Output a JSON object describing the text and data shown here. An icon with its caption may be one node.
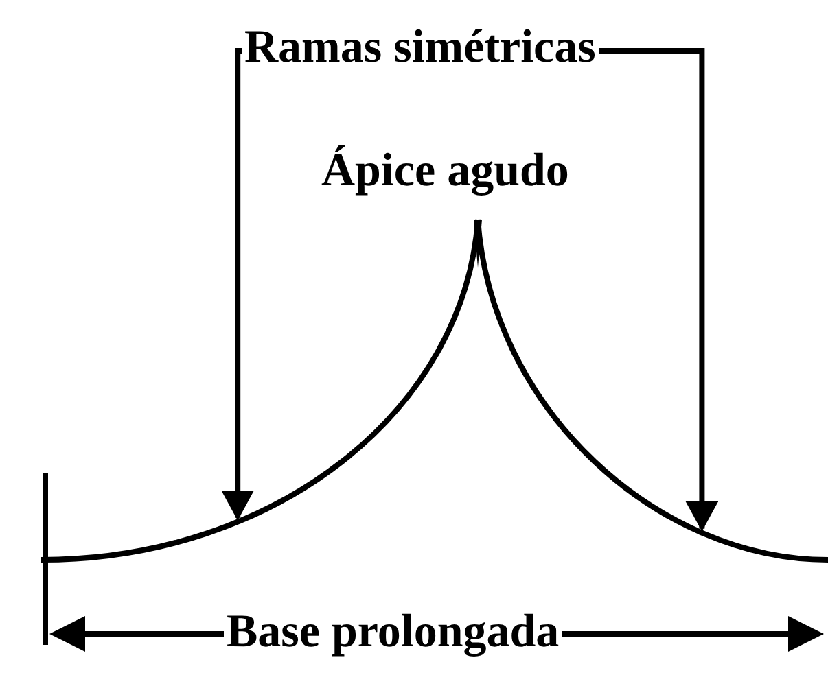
{
  "diagram": {
    "nodes": [
      {
        "text": [
          "Ramas simétricas"
        ]
      },
      {
        "text": [],
        "shape": "curve"
      },
      {
        "text": [],
        "shape": "curve"
      }
    ],
    "edges": [
      {
        "from": 0,
        "to": 1,
        "arrow": "to"
      },
      {
        "from": 0,
        "to": 2,
        "arrow": "to"
      }
    ],
    "labels": [
      "Ápice agudo",
      "Base prolongada"
    ]
  }
}
